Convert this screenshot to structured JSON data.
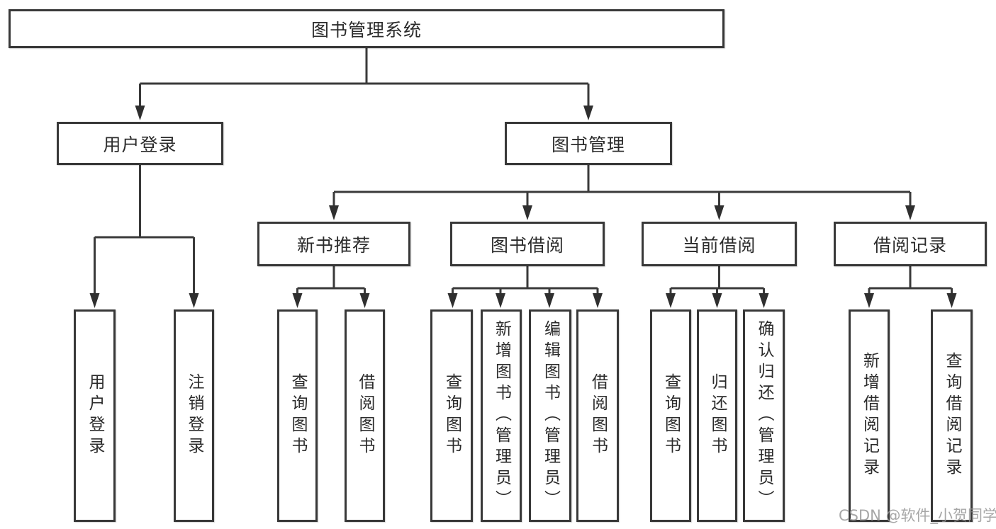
{
  "diagram": {
    "root": {
      "label": "图书管理系统"
    },
    "level2": [
      {
        "label": "用户登录"
      },
      {
        "label": "图书管理"
      }
    ],
    "level3": [
      {
        "label": "新书推荐",
        "parent": "图书管理"
      },
      {
        "label": "图书借阅",
        "parent": "图书管理"
      },
      {
        "label": "当前借阅",
        "parent": "图书管理"
      },
      {
        "label": "借阅记录",
        "parent": "图书管理"
      }
    ],
    "leaves": [
      {
        "label": "用户登录",
        "parent": "用户登录"
      },
      {
        "label": "注销登录",
        "parent": "用户登录"
      },
      {
        "label": "查询图书",
        "parent": "新书推荐"
      },
      {
        "label": "借阅图书",
        "parent": "新书推荐"
      },
      {
        "label": "查询图书",
        "parent": "图书借阅"
      },
      {
        "label": "新增图书（管理员）",
        "parent": "图书借阅"
      },
      {
        "label": "编辑图书（管理员）",
        "parent": "图书借阅"
      },
      {
        "label": "借阅图书",
        "parent": "图书借阅"
      },
      {
        "label": "查询图书",
        "parent": "当前借阅"
      },
      {
        "label": "归还图书",
        "parent": "当前借阅"
      },
      {
        "label": "确认归还（管理员）",
        "parent": "当前借阅"
      },
      {
        "label": "新增借阅记录",
        "parent": "借阅记录"
      },
      {
        "label": "查询借阅记录",
        "parent": "借阅记录"
      }
    ],
    "watermark": {
      "text": "CSDN @软件_小贺同学",
      "color": "#949494"
    },
    "colors": {
      "line": "#3a3a3a",
      "box_border": "#383838",
      "box_fill": "#ffffff",
      "text": "#2b2b2b",
      "background": "#ffffff"
    }
  }
}
